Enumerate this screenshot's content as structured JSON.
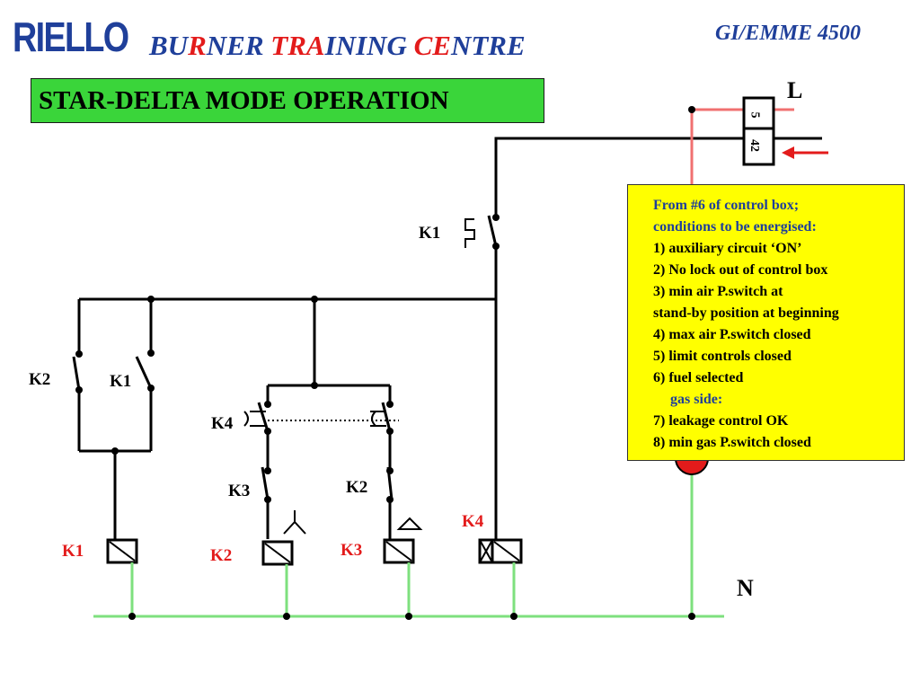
{
  "header": {
    "logo": "RIELLO",
    "subtitle_parts": [
      "BU",
      "R",
      "NER ",
      "TRA",
      "INING ",
      "CE",
      "NTRE"
    ],
    "code": "GI/EMME 4500"
  },
  "title": "STAR-DELTA MODE OPERATION",
  "note": {
    "line1": "From #6 of control box;",
    "line2": "conditions to be energised:",
    "item1": "1) auxiliary circuit ‘ON’",
    "item2": "2) No lock out of control box",
    "item3a": "3) min air P.switch at",
    "item3b": "stand-by position at beginning",
    "item4": "4) max air P.switch closed",
    "item5": "5) limit controls closed",
    "item6": "6) fuel selected",
    "gas_side": "gas side:",
    "item7": "7) leakage control OK",
    "item8": "8) min gas P.switch closed"
  },
  "terminal": {
    "top": "5",
    "bottom": "42"
  },
  "labels": {
    "L": "L",
    "N": "N",
    "k1_timer": "K1",
    "k2_contact": "K2",
    "k1_contact": "K1",
    "k4_contact": "K4",
    "k3_contact": "K3",
    "k2_contact_b": "K2",
    "coil_k1": "K1",
    "coil_k2": "K2",
    "coil_k3": "K3",
    "coil_k4": "K4"
  },
  "colors": {
    "brand_blue": "#1f3f9a",
    "accent_red": "#e31b1b",
    "title_green": "#3ad53a",
    "neutral_green": "#7ee07e",
    "live_red": "#f07070",
    "note_yellow": "#ffff00"
  }
}
